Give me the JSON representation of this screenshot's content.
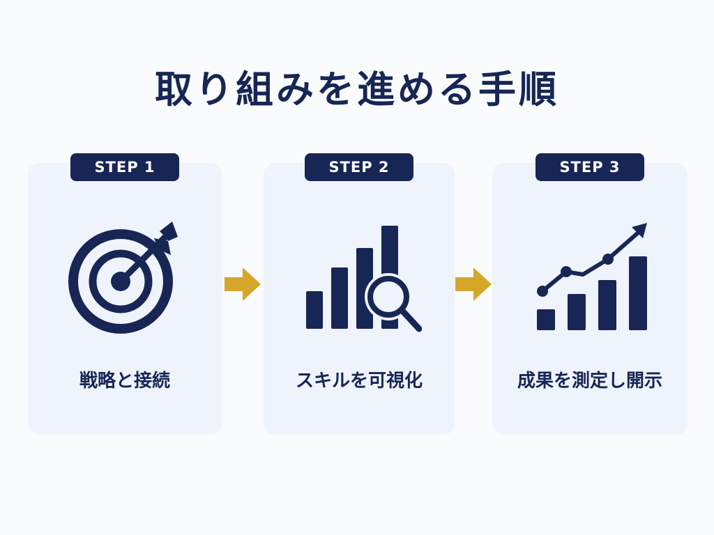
{
  "title": "取り組みを進める手順",
  "colors": {
    "navy": "#172654",
    "card_bg": "#eff3fb",
    "arrow": "#d6a62b"
  },
  "steps": [
    {
      "badge": "STEP 1",
      "label": "戦略と接続",
      "icon": "target-icon"
    },
    {
      "badge": "STEP 2",
      "label": "スキルを可視化",
      "icon": "bar-chart-magnifier-icon"
    },
    {
      "badge": "STEP 3",
      "label": "成果を測定し開示",
      "icon": "growth-chart-icon"
    }
  ],
  "connectors": [
    "arrow-right-icon",
    "arrow-right-icon"
  ]
}
